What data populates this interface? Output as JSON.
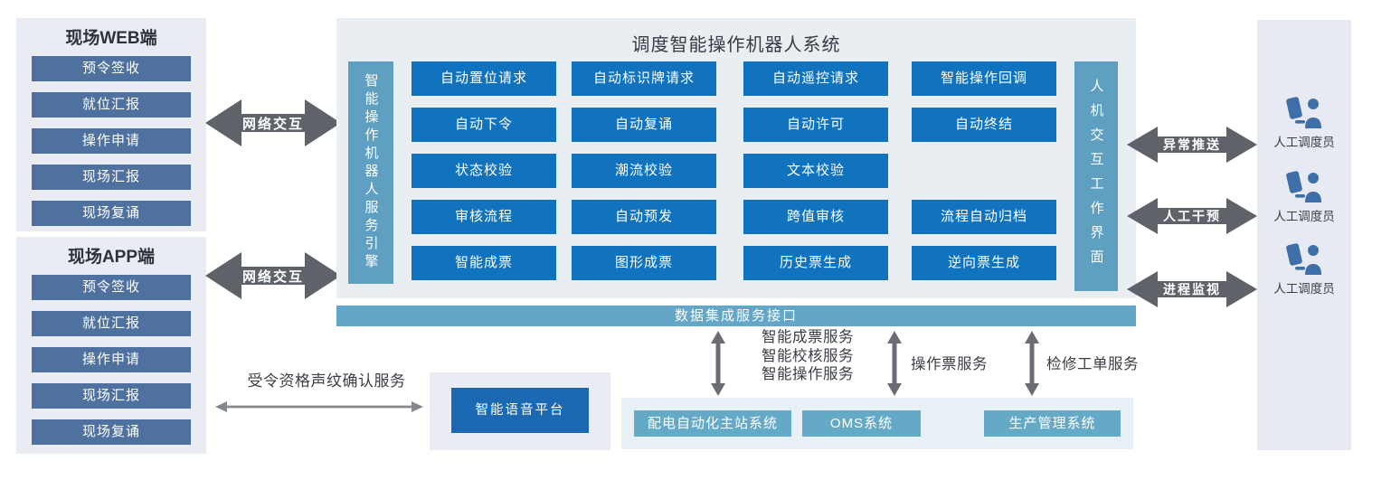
{
  "colors": {
    "grid_button": "#1173bd",
    "side_item": "#4e71a0",
    "engine_bar": "#5e9fc2",
    "data_bar": "#63a6c7",
    "system_box": "#64a9c6",
    "voice_box": "#1c68b2",
    "arrow_gray": "#5e636a",
    "panel_bg": "#e9ecf3",
    "person_icon": "#3f6fa8"
  },
  "web_panel": {
    "title": "现场WEB端",
    "items": [
      "预令签收",
      "就位汇报",
      "操作申请",
      "现场汇报",
      "现场复诵"
    ]
  },
  "app_panel": {
    "title": "现场APP端",
    "items": [
      "预令签收",
      "就位汇报",
      "操作申请",
      "现场汇报",
      "现场复诵"
    ]
  },
  "network_arrows": {
    "web": "网络交互",
    "app": "网络交互"
  },
  "main": {
    "title": "调度智能操作机器人系统",
    "engine_bar": "智能操作机器人服务引擎",
    "hmi_bar": "人机交互工作界面",
    "grid": {
      "rows": [
        [
          "自动置位请求",
          "自动标识牌请求",
          "自动遥控请求",
          "智能操作回调"
        ],
        [
          "自动下令",
          "自动复诵",
          "自动许可",
          "自动终结"
        ],
        [
          "状态校验",
          "潮流校验",
          "文本校验"
        ],
        [
          "审核流程",
          "自动预发",
          "跨值审核",
          "流程自动归档"
        ],
        [
          "智能成票",
          "图形成票",
          "历史票生成",
          "逆向票生成"
        ]
      ]
    }
  },
  "data_bar": "数据集成服务接口",
  "integration": {
    "arrow1_labels": [
      "智能成票服务",
      "智能校核服务",
      "智能操作服务"
    ],
    "arrow2_label": "操作票服务",
    "arrow3_label": "检修工单服务"
  },
  "systems_panel": {
    "items": [
      "配电自动化主站系统",
      "OMS系统",
      "生产管理系统"
    ]
  },
  "voice": {
    "platform": "智能语音平台",
    "service_label": "受令资格声纹确认服务"
  },
  "right_arrows": [
    "异常推送",
    "人工干预",
    "进程监视"
  ],
  "dispatchers": {
    "label": "人工调度员"
  }
}
